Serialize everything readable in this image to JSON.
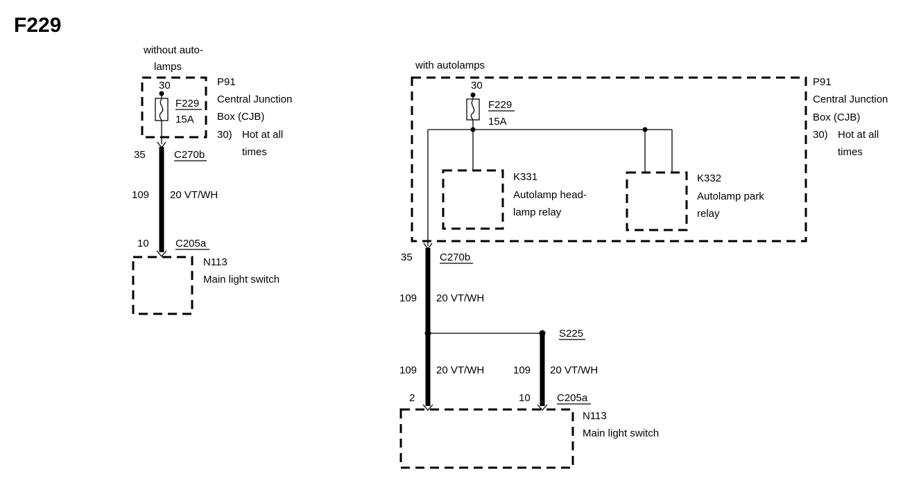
{
  "page_title": "F229",
  "left": {
    "variant_line1": "without auto-",
    "variant_line2": "lamps",
    "fuse_pin": "30",
    "fuse_name": "F229",
    "fuse_rating": "15A",
    "box_id": "P91",
    "box_line1": "Central Junction",
    "box_line2": "Box (CJB)",
    "box_note_pin": "30)",
    "box_note_line1": "Hot at all",
    "box_note_line2": "times",
    "conn1_pin": "35",
    "conn1_name": "C270b",
    "circuit_num": "109",
    "circuit_wire": "20 VT/WH",
    "conn2_pin": "10",
    "conn2_name": "C205a",
    "switch_id": "N113",
    "switch_name": "Main light switch"
  },
  "right": {
    "variant_line1": "with autolamps",
    "fuse_pin": "30",
    "fuse_name": "F229",
    "fuse_rating": "15A",
    "box_id": "P91",
    "box_line1": "Central Junction",
    "box_line2": "Box (CJB)",
    "box_note_pin": "30)",
    "box_note_line1": "Hot at all",
    "box_note_line2": "times",
    "relay1_id": "K331",
    "relay1_line1": "Autolamp head-",
    "relay1_line2": "lamp relay",
    "relay2_id": "K332",
    "relay2_line1": "Autolamp park",
    "relay2_line2": "relay",
    "conn1_pin": "35",
    "conn1_name": "C270b",
    "circuit_num": "109",
    "circuit_wire": "20 VT/WH",
    "splice_name": "S225",
    "branch1_num": "109",
    "branch1_wire": "20 VT/WH",
    "branch2_num": "109",
    "branch2_wire": "20 VT/WH",
    "conn2_pin_a": "2",
    "conn2_pin_b": "10",
    "conn2_name": "C205a",
    "switch_id": "N113",
    "switch_name": "Main light switch"
  }
}
